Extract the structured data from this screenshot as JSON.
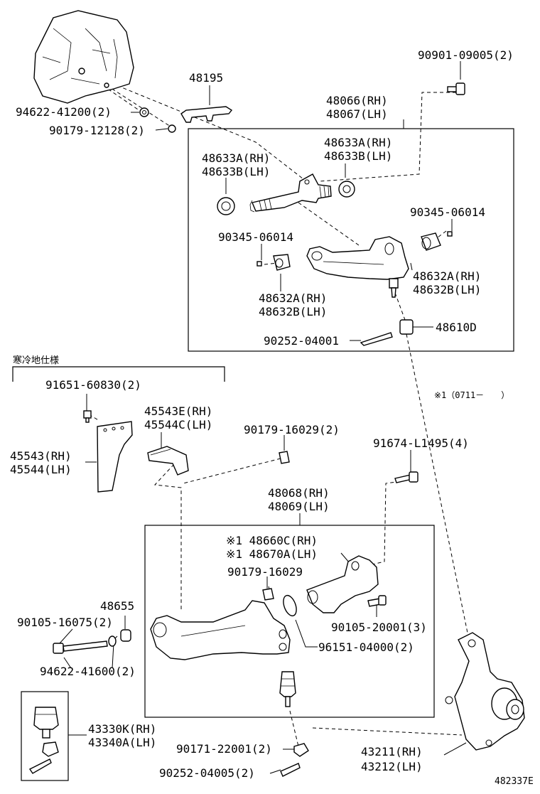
{
  "diagram_id": "482337E",
  "cold_area_spec": "寒冷地仕様",
  "footnote": "※1（0711－　　）",
  "labels": {
    "l_90901_09005": "90901-09005(2)",
    "l_48195": "48195",
    "l_94622_41200": "94622-41200(2)",
    "l_90179_12128": "90179-12128(2)",
    "l_48066": "48066(RH)",
    "l_48067": "48067(LH)",
    "l_48633a_right": "48633A(RH)",
    "l_48633b_right": "48633B(LH)",
    "l_48633a_left": "48633A(RH)",
    "l_48633b_left": "48633B(LH)",
    "l_90345_right": "90345-06014",
    "l_90345_left": "90345-06014",
    "l_48632a_right": "48632A(RH)",
    "l_48632b_right": "48632B(LH)",
    "l_48632a_left": "48632A(RH)",
    "l_48632b_left": "48632B(LH)",
    "l_90252_04001": "90252-04001",
    "l_48610d": "48610D",
    "l_91651_60830": "91651-60830(2)",
    "l_45543e": "45543E(RH)",
    "l_45544c": "45544C(LH)",
    "l_45543": "45543(RH)",
    "l_45544": "45544(LH)",
    "l_90179_16029_2": "90179-16029(2)",
    "l_91674_l1495": "91674-L1495(4)",
    "l_48068": "48068(RH)",
    "l_48069": "48069(LH)",
    "l_48660c": "※1 48660C(RH)",
    "l_48670a": "※1 48670A(LH)",
    "l_90179_16029": "90179-16029",
    "l_48655": "48655",
    "l_90105_16075": "90105-16075(2)",
    "l_90105_20001": "90105-20001(3)",
    "l_96151_04000": "96151-04000(2)",
    "l_94622_41600": "94622-41600(2)",
    "l_43330k": "43330K(RH)",
    "l_43340a": "43340A(LH)",
    "l_90171_22001": "90171-22001(2)",
    "l_90252_04005": "90252-04005(2)",
    "l_43211": "43211(RH)",
    "l_43212": "43212(LH)"
  }
}
